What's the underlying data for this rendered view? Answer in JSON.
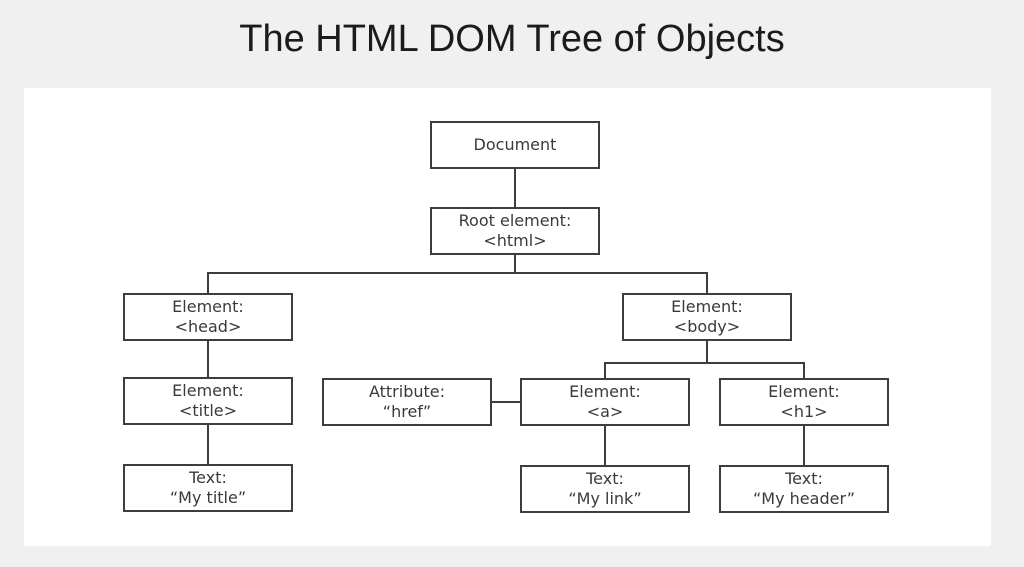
{
  "page": {
    "title": "The HTML DOM Tree of Objects",
    "background_color": "#f0f0f0",
    "panel_color": "#ffffff"
  },
  "diagram": {
    "line_color": "#3d3d3d",
    "text_color": "#3a3a3a",
    "nodes": {
      "document": {
        "line1": "Document"
      },
      "root": {
        "line1": "Root element:",
        "line2": "<html>"
      },
      "head": {
        "line1": "Element:",
        "line2": "<head>"
      },
      "body_el": {
        "line1": "Element:",
        "line2": "<body>"
      },
      "title_el": {
        "line1": "Element:",
        "line2": "<title>"
      },
      "attribute": {
        "line1": "Attribute:",
        "line2": "“href”"
      },
      "anchor": {
        "line1": "Element:",
        "line2": "<a>"
      },
      "h1_el": {
        "line1": "Element:",
        "line2": "<h1>"
      },
      "text_title": {
        "line1": "Text:",
        "line2": "“My title”"
      },
      "text_link": {
        "line1": "Text:",
        "line2": "“My link”"
      },
      "text_header": {
        "line1": "Text:",
        "line2": "“My header”"
      }
    }
  }
}
